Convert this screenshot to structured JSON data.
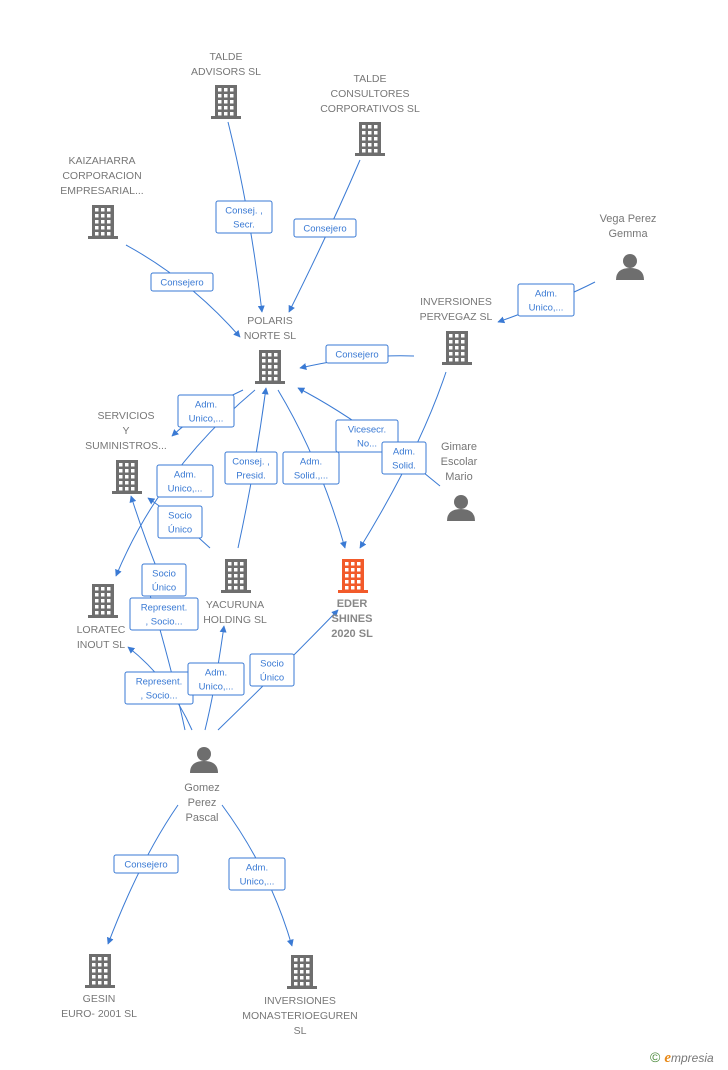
{
  "colors": {
    "edge": "#3a7ad4",
    "building": "#6e6e6e",
    "person": "#6e6e6e",
    "focus": "#f25a2a"
  },
  "nodes": [
    {
      "id": "talde_advisors",
      "kind": "company",
      "label": [
        "TALDE",
        "ADVISORS SL"
      ]
    },
    {
      "id": "talde_consultores",
      "kind": "company",
      "label": [
        "TALDE",
        "CONSULTORES",
        "CORPORATIVOS SL"
      ]
    },
    {
      "id": "kaizaharra",
      "kind": "company",
      "label": [
        "KAIZAHARRA",
        "CORPORACION",
        "EMPRESARIAL..."
      ]
    },
    {
      "id": "vega",
      "kind": "person",
      "label": [
        "Vega Perez",
        "Gemma"
      ]
    },
    {
      "id": "pervegaz",
      "kind": "company",
      "label": [
        "INVERSIONES",
        "PERVEGAZ  SL"
      ]
    },
    {
      "id": "polaris",
      "kind": "company",
      "label": [
        "POLARIS",
        "NORTE  SL"
      ]
    },
    {
      "id": "servicios",
      "kind": "company",
      "label": [
        "SERVICIOS",
        "Y",
        "SUMINISTROS..."
      ]
    },
    {
      "id": "gimare",
      "kind": "person",
      "label": [
        "Gimare",
        "Escolar",
        "Mario"
      ]
    },
    {
      "id": "eder",
      "kind": "focus",
      "label": [
        "EDER",
        "SHINES",
        "2020  SL"
      ]
    },
    {
      "id": "yacuruna",
      "kind": "company",
      "label": [
        "YACURUNA",
        "HOLDING  SL"
      ]
    },
    {
      "id": "loratec",
      "kind": "company",
      "label": [
        "LORATEC",
        "INOUT  SL"
      ]
    },
    {
      "id": "gomez",
      "kind": "person",
      "label": [
        "Gomez",
        "Perez",
        "Pascal"
      ]
    },
    {
      "id": "gesin",
      "kind": "company",
      "label": [
        "GESIN",
        "EURO- 2001  SL"
      ]
    },
    {
      "id": "monasterio",
      "kind": "company",
      "label": [
        "INVERSIONES",
        "MONASTERIOEGUREN",
        "SL"
      ]
    }
  ],
  "edges": [
    {
      "label": [
        "Consej. ,",
        "Secr."
      ]
    },
    {
      "label": [
        "Consejero"
      ]
    },
    {
      "label": [
        "Consejero"
      ]
    },
    {
      "label": [
        "Adm.",
        "Unico,..."
      ]
    },
    {
      "label": [
        "Consejero"
      ]
    },
    {
      "label": [
        "Adm.",
        "Unico,..."
      ]
    },
    {
      "label": [
        "Adm.",
        "Unico,..."
      ]
    },
    {
      "label": [
        "Consej. ,",
        "Presid."
      ]
    },
    {
      "label": [
        "Adm.",
        "Solid.,..."
      ]
    },
    {
      "label": [
        "Vicesecr.",
        "No..."
      ]
    },
    {
      "label": [
        "Adm.",
        "Solid."
      ]
    },
    {
      "label": [
        "Socio",
        "Único"
      ]
    },
    {
      "label": [
        "Socio",
        "Único"
      ]
    },
    {
      "label": [
        "Represent.",
        ", Socio..."
      ]
    },
    {
      "label": [
        "Represent.",
        ", Socio..."
      ]
    },
    {
      "label": [
        "Adm.",
        "Unico,..."
      ]
    },
    {
      "label": [
        "Socio",
        "Único"
      ]
    },
    {
      "label": [
        "Consejero"
      ]
    },
    {
      "label": [
        "Adm.",
        "Unico,..."
      ]
    }
  ],
  "brand": {
    "copyright": "©",
    "initial": "e",
    "name": "mpresia"
  }
}
